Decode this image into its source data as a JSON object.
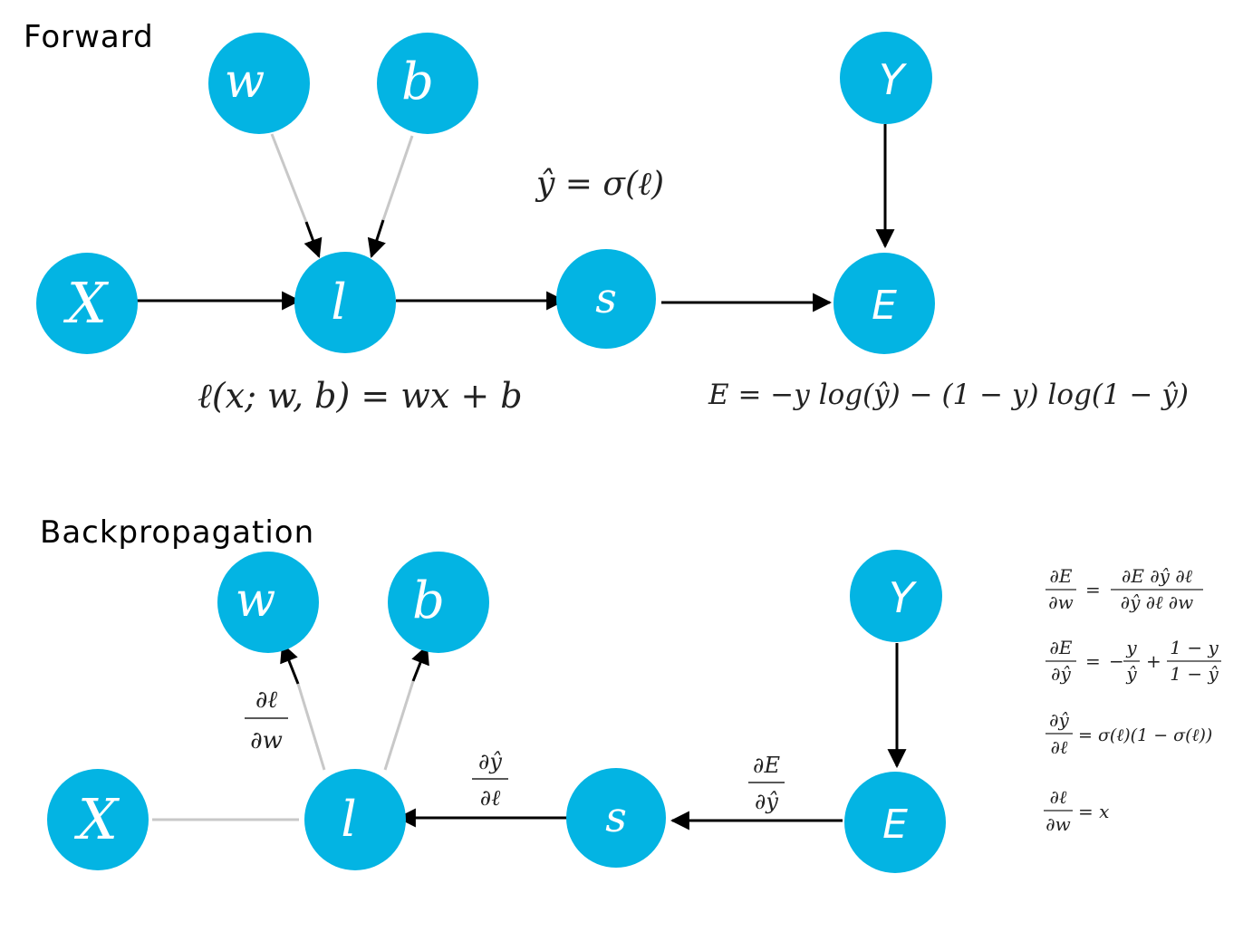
{
  "sections": {
    "forward": "Forward",
    "backprop": "Backpropagation"
  },
  "nodes": {
    "w": "w",
    "b": "b",
    "y": "Y",
    "x": "X",
    "l": "l",
    "s": "s",
    "e": "E"
  },
  "colors": {
    "node": "#03b4e3",
    "edge": "#000000",
    "faint_edge": "#c8c8c8"
  },
  "forward_eq": {
    "sigmoid": "ŷ = σ(ℓ)",
    "linear": "ℓ(x; w, b) = wx + b",
    "loss": "E = −y log(ŷ) − (1 − y) log(1 − ŷ)"
  },
  "back_labels": {
    "dl_dw_num": "∂ℓ",
    "dl_dw_den": "∂w",
    "dy_dl_num": "∂ŷ",
    "dy_dl_den": "∂ℓ",
    "dE_dy_num": "∂E",
    "dE_dy_den": "∂ŷ"
  },
  "side_eq": {
    "r1_lhs_num": "∂E",
    "r1_lhs_den": "∂w",
    "r1_rhs_num": "∂E ∂ŷ ∂ℓ",
    "r1_rhs_den": "∂ŷ ∂ℓ ∂w",
    "r2_lhs_num": "∂E",
    "r2_lhs_den": "∂ŷ",
    "r2_t1_num": "y",
    "r2_t1_den": "ŷ",
    "r2_t2_num": "1 − y",
    "r2_t2_den": "1 − ŷ",
    "r3_lhs_num": "∂ŷ",
    "r3_lhs_den": "∂ℓ",
    "r3_rhs": "= σ(ℓ)(1 − σ(ℓ))",
    "r4_lhs_num": "∂ℓ",
    "r4_lhs_den": "∂w",
    "r4_rhs": "= x",
    "eq": "=",
    "minus": "−",
    "plus": "+"
  }
}
